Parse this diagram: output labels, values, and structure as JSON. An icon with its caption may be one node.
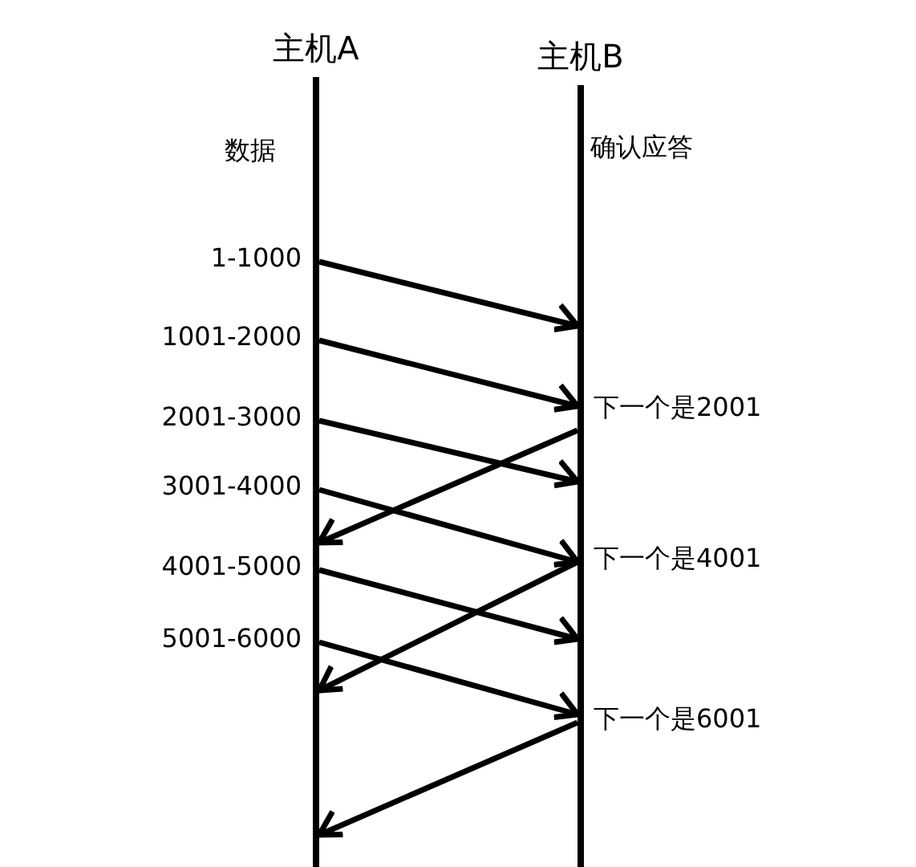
{
  "diagram": {
    "nodes": [
      {
        "text": [
          "主机A"
        ],
        "beside": [
          "数据"
        ]
      },
      {
        "text": [
          "主机B"
        ],
        "beside": [
          "确认应答"
        ]
      }
    ],
    "edges": [
      {
        "from": 0,
        "to": 1,
        "arrow": "to",
        "label": "1-1000"
      },
      {
        "from": 0,
        "to": 1,
        "arrow": "to",
        "label": "1001-2000"
      },
      {
        "from": 0,
        "to": 1,
        "arrow": "to",
        "label": "2001-3000"
      },
      {
        "from": 1,
        "to": 0,
        "arrow": "to",
        "label": "下一个是2001"
      },
      {
        "from": 0,
        "to": 1,
        "arrow": "to",
        "label": "3001-4000"
      },
      {
        "from": 1,
        "to": 0,
        "arrow": "to",
        "label": "下一个是4001"
      },
      {
        "from": 0,
        "to": 1,
        "arrow": "to",
        "label": "4001-5000"
      },
      {
        "from": 0,
        "to": 1,
        "arrow": "to",
        "label": "5001-6000"
      },
      {
        "from": 1,
        "to": 0,
        "arrow": "to",
        "label": "下一个是6001"
      }
    ]
  }
}
